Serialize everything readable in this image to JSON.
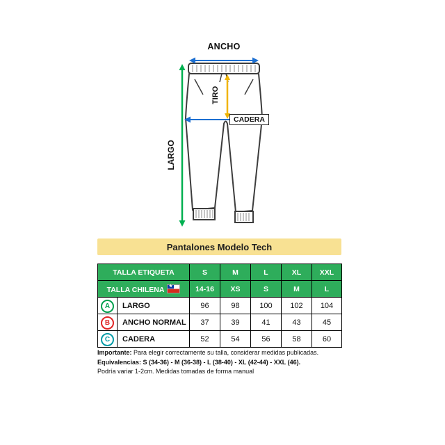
{
  "diagram": {
    "labels": {
      "ancho": "ANCHO",
      "tiro": "TIRO",
      "cadera": "CADERA",
      "largo": "LARGO"
    },
    "arrow_colors": {
      "ancho": "#1c6fd1",
      "tiro": "#f0b400",
      "cadera": "#1c6fd1",
      "largo": "#00b050"
    }
  },
  "banner": {
    "title": "Pantalones Modelo Tech",
    "background": "#f8e193"
  },
  "table": {
    "header_bg": "#2ead5b",
    "header_rows": [
      {
        "label": "TALLA ETIQUETA",
        "values": [
          "S",
          "M",
          "L",
          "XL",
          "XXL"
        ]
      },
      {
        "label": "TALLA CHILENA",
        "flag_icon": "chile-flag",
        "values": [
          "14-16",
          "XS",
          "S",
          "M",
          "L"
        ]
      }
    ],
    "rows": [
      {
        "letter": "A",
        "circle_style": "color:#009f4d;border-color:#009f4d",
        "label": "LARGO",
        "values": [
          "96",
          "98",
          "100",
          "102",
          "104"
        ]
      },
      {
        "letter": "B",
        "circle_style": "color:#e02424;border-color:#e02424",
        "label": "ANCHO NORMAL",
        "values": [
          "37",
          "39",
          "41",
          "43",
          "45"
        ]
      },
      {
        "letter": "C",
        "circle_style": "color:#009aa6;border-color:#009aa6",
        "label": "CADERA",
        "values": [
          "52",
          "54",
          "56",
          "58",
          "60"
        ]
      }
    ]
  },
  "footnotes": {
    "important_label": "Importante:",
    "important_text": " Para elegir correctamente su talla, considerar medidas publicadas.",
    "equivalences": "Equivalencias: S (34-36) - M (36-38) - L (38-40) - XL (42-44) - XXL (46).",
    "disclaimer": "Podría variar 1-2cm. Medidas tomadas de forma manual"
  }
}
